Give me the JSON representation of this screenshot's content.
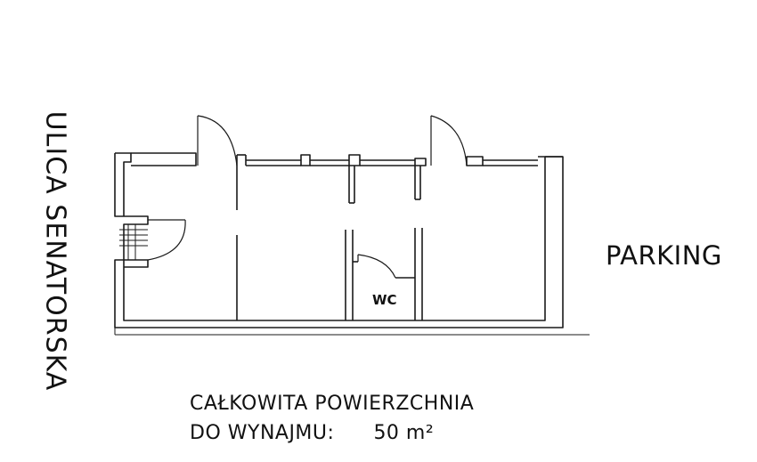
{
  "labels": {
    "street": "ULICA SENATORSKA",
    "parking": "PARKING",
    "wc": "WC"
  },
  "area": {
    "line1": "CAŁKOWITA POWIERZCHNIA",
    "line2_label": "DO WYNAJMU:",
    "value": "50 m²"
  }
}
